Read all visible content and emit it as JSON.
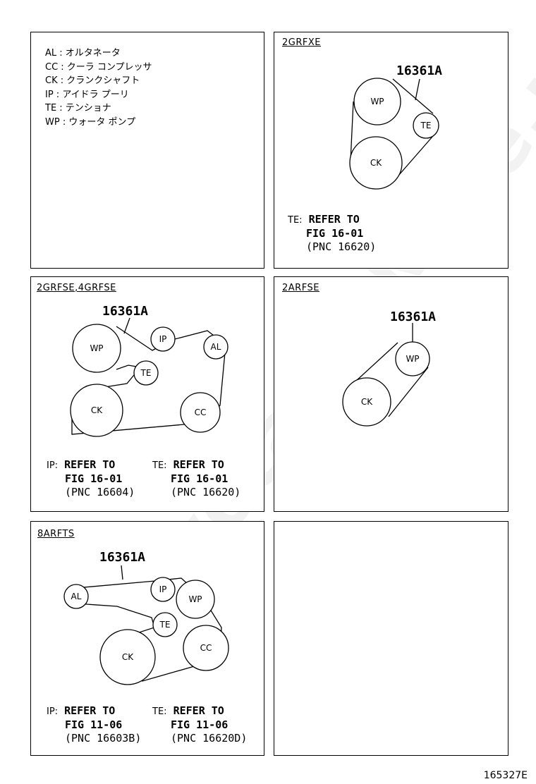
{
  "legend": [
    "AL : オルタネータ",
    "CC : クーラ コンプレッサ",
    "CK : クランクシャフト",
    "IP : アイドラ プーリ",
    "TE : テンショナ",
    "WP : ウォータ ポンプ"
  ],
  "part_number": "16361A",
  "panels": {
    "p2grfxe": {
      "title": "2GRFXE",
      "pulleys": {
        "wp": "WP",
        "te": "TE",
        "ck": "CK"
      },
      "note": {
        "label": "TE:",
        "l1": "REFER TO",
        "l2": "FIG 16-01",
        "l3": "(PNC 16620)"
      }
    },
    "p2grfse": {
      "title": "2GRFSE,4GRFSE",
      "pulleys": {
        "wp": "WP",
        "ip": "IP",
        "al": "AL",
        "te": "TE",
        "ck": "CK",
        "cc": "CC"
      },
      "note1": {
        "label": "IP:",
        "l1": "REFER TO",
        "l2": "FIG 16-01",
        "l3": "(PNC 16604)"
      },
      "note2": {
        "label": "TE:",
        "l1": "REFER TO",
        "l2": "FIG 16-01",
        "l3": "(PNC 16620)"
      }
    },
    "p2arfse": {
      "title": "2ARFSE",
      "pulleys": {
        "wp": "WP",
        "ck": "CK"
      }
    },
    "p8arfts": {
      "title": "8ARFTS",
      "pulleys": {
        "al": "AL",
        "ip": "IP",
        "wp": "WP",
        "te": "TE",
        "ck": "CK",
        "cc": "CC"
      },
      "note1": {
        "label": "IP:",
        "l1": "REFER TO",
        "l2": "FIG 11-06",
        "l3": "(PNC 16603B)"
      },
      "note2": {
        "label": "TE:",
        "l1": "REFER TO",
        "l2": "FIG 11-06",
        "l3": "(PNC 16620D)"
      }
    }
  },
  "figure_id": "165327E",
  "watermark": "ToyotaCarMine.ru"
}
